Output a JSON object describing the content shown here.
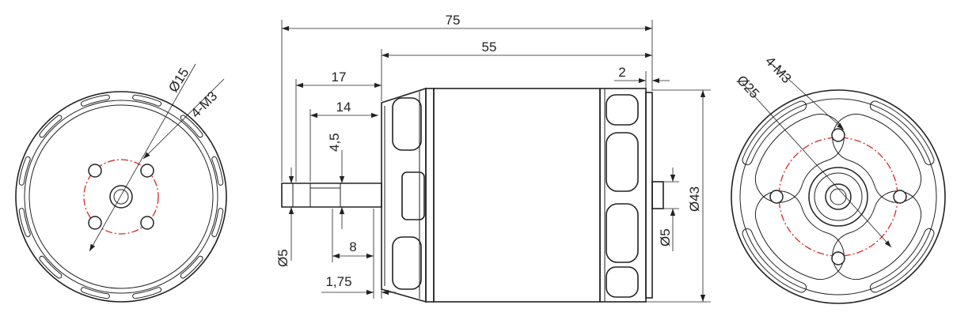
{
  "colors": {
    "line": "#222222",
    "centerline": "#d42a2a",
    "background": "#ffffff"
  },
  "front_view": {
    "hole_circle_dim": "Ø15",
    "thread_callout": "4-M3"
  },
  "side_view": {
    "overall_length": "75",
    "body_length": "55",
    "shaft_length": "17",
    "shaft_flat_length": "14",
    "shaft_flat_depth": "4,5",
    "flat_start": "8",
    "shoulder": "1,75",
    "shaft_diameter_front": "Ø5",
    "rear_offset": "2",
    "rear_shaft_diameter": "Ø5",
    "body_diameter": "Ø43"
  },
  "rear_view": {
    "hole_circle_dim": "Ø25",
    "thread_callout": "4-M3"
  }
}
